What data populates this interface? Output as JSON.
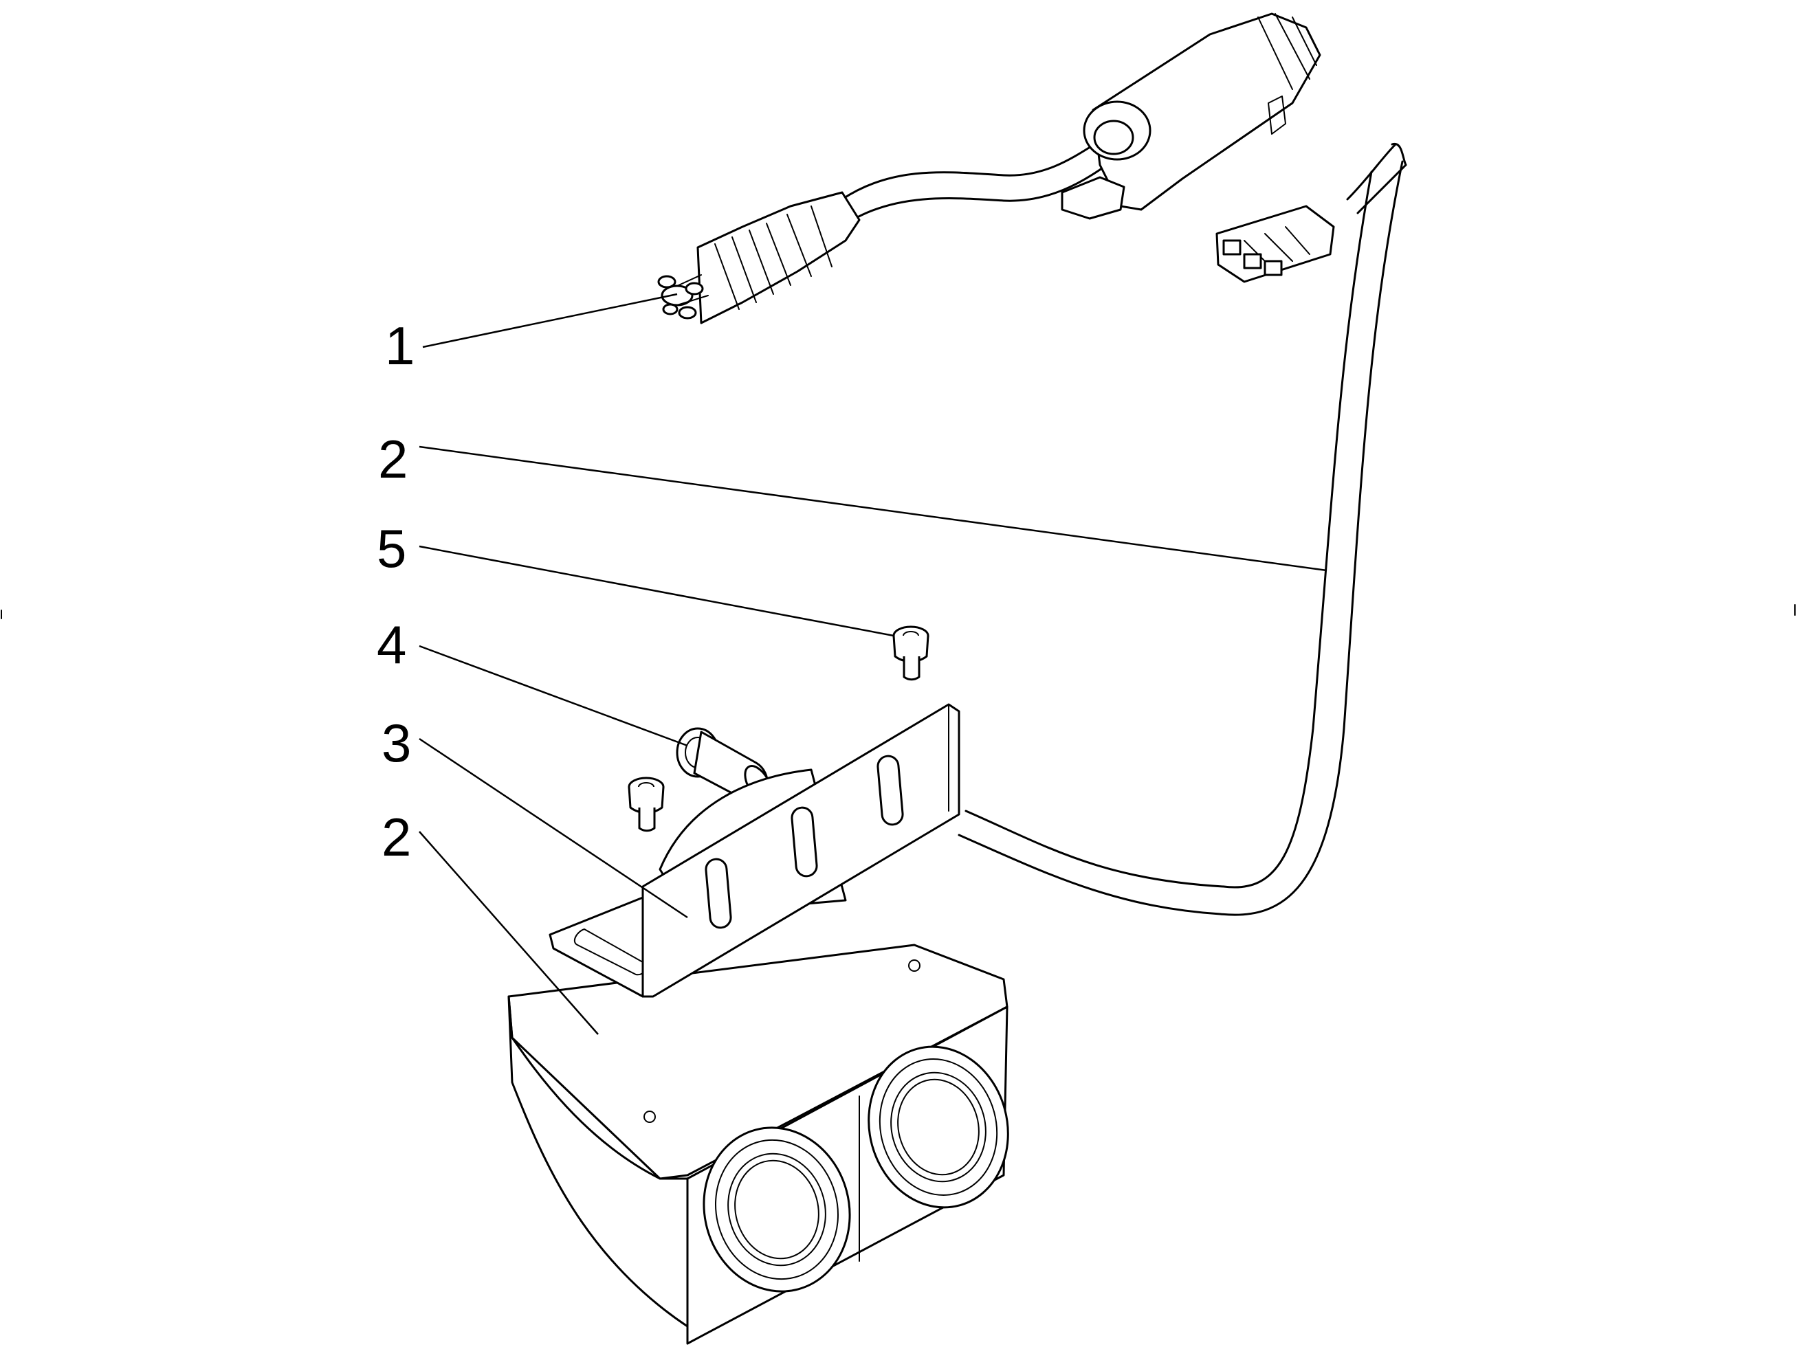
{
  "callouts": [
    {
      "id": "1",
      "label": "1"
    },
    {
      "id": "2a",
      "label": "2"
    },
    {
      "id": "5",
      "label": "5"
    },
    {
      "id": "4",
      "label": "4"
    },
    {
      "id": "3",
      "label": "3"
    },
    {
      "id": "2b",
      "label": "2"
    }
  ],
  "colors": {
    "ink": "#000000",
    "paper": "#ffffff"
  }
}
